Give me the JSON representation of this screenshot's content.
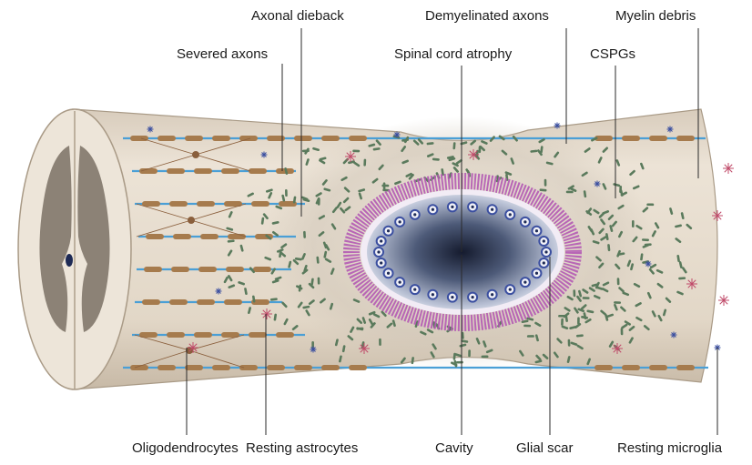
{
  "labels": {
    "axonal_dieback": "Axonal dieback",
    "demyelinated_axons": "Demyelinated axons",
    "myelin_debris": "Myelin debris",
    "severed_axons": "Severed axons",
    "spinal_cord_atrophy": "Spinal cord atrophy",
    "cspgs": "CSPGs",
    "oligodendrocytes": "Oligodendrocytes",
    "resting_astrocytes": "Resting astrocytes",
    "cavity": "Cavity",
    "glial_scar": "Glial scar",
    "resting_microglia": "Resting microglia"
  },
  "colors": {
    "cord_fill": "#e6dccf",
    "cord_shadow": "#c9bcab",
    "cross_section": "#ede5d9",
    "grey_matter": "#8c8276",
    "axon": "#4a9fd6",
    "myelin": "#a67b4d",
    "scar_ring": "#b45ab4",
    "cavity_center": "#151b2e",
    "glial_cell": "#5a7a5c",
    "microglia": "#3b4fa0",
    "astrocyte": "#c04b6a",
    "leader_line": "#2a2a2a"
  }
}
